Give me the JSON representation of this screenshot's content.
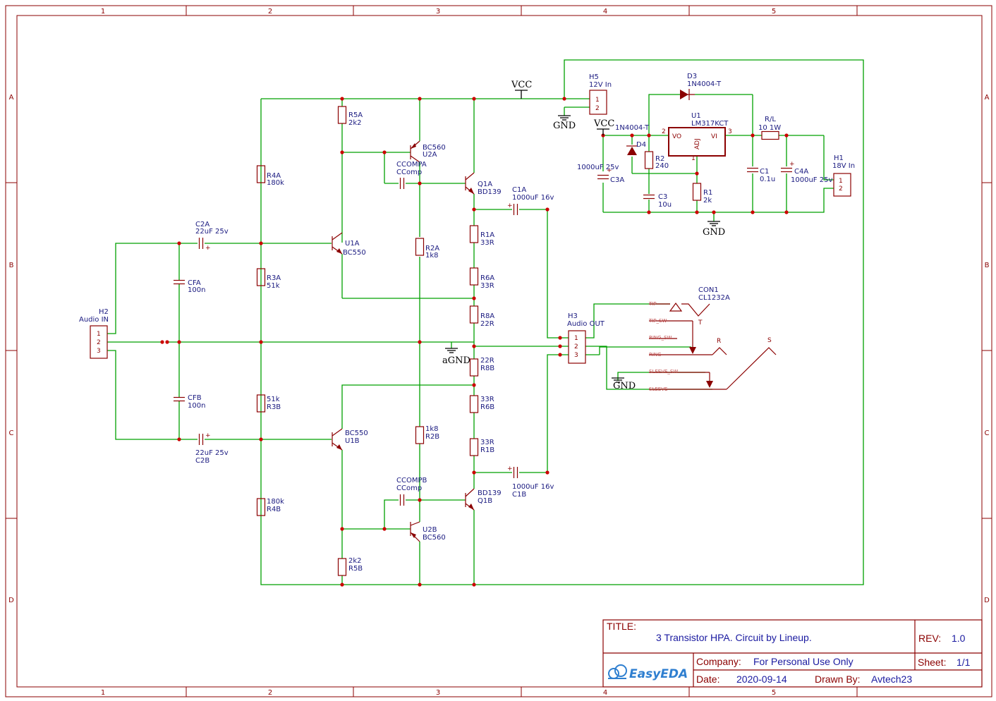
{
  "grid": {
    "cols": [
      "1",
      "2",
      "3",
      "4",
      "5"
    ],
    "rows": [
      "A",
      "B",
      "C",
      "D"
    ]
  },
  "nets": {
    "vcc_main": "VCC",
    "vcc_reg": "VCC",
    "gnd_h5": "GND",
    "gnd_reg": "GND",
    "gnd_jack": "GND",
    "agnd": "aGND"
  },
  "components": {
    "r5a": {
      "ref": "R5A",
      "val": "2k2"
    },
    "u2a": {
      "ref": "U2A",
      "val": "BC560"
    },
    "ccompa": {
      "ref": "CCOMPA",
      "val": "CComp"
    },
    "q1a": {
      "ref": "Q1A",
      "val": "BD139"
    },
    "c1a": {
      "ref": "C1A",
      "val": "1000uF 16v"
    },
    "r4a": {
      "ref": "R4A",
      "val": "180k"
    },
    "c2a": {
      "ref": "C2A",
      "val": "22uF 25v"
    },
    "u1a": {
      "ref": "U1A",
      "val": "BC550"
    },
    "r2a": {
      "ref": "R2A",
      "val": "1k8"
    },
    "r1a": {
      "ref": "R1A",
      "val": "33R"
    },
    "cfa": {
      "ref": "CFA",
      "val": "100n"
    },
    "r3a": {
      "ref": "R3A",
      "val": "51k"
    },
    "r6a": {
      "ref": "R6A",
      "val": "33R"
    },
    "h2": {
      "ref": "H2",
      "val": "Audio IN"
    },
    "r8a": {
      "ref": "R8A",
      "val": "22R"
    },
    "r8b": {
      "ref": "R8B",
      "val": "22R"
    },
    "cfb": {
      "ref": "CFB",
      "val": "100n"
    },
    "r3b": {
      "ref": "R3B",
      "val": "51k"
    },
    "r6b": {
      "ref": "R6B",
      "val": "33R"
    },
    "u1b": {
      "ref": "U1B",
      "val": "BC550"
    },
    "r2b": {
      "ref": "R2B",
      "val": "1k8"
    },
    "c2b": {
      "ref": "C2B",
      "val": "22uF 25v"
    },
    "r1b": {
      "ref": "R1B",
      "val": "33R"
    },
    "c1b": {
      "ref": "C1B",
      "val": "1000uF 16v"
    },
    "ccompb": {
      "ref": "CCOMPB",
      "val": "CComp"
    },
    "q1b": {
      "ref": "Q1B",
      "val": "BD139"
    },
    "r4b": {
      "ref": "R4B",
      "val": "180k"
    },
    "u2b": {
      "ref": "U2B",
      "val": "BC560"
    },
    "r5b": {
      "ref": "R5B",
      "val": "2k2"
    },
    "h3": {
      "ref": "H3",
      "val": "Audio OUT"
    },
    "h5": {
      "ref": "H5",
      "val": "12V In"
    },
    "d3": {
      "ref": "D3",
      "val": "1N4004-T"
    },
    "d4": {
      "ref": "D4",
      "val": "1N4004-T"
    },
    "u1": {
      "ref": "U1",
      "val": "LM317KCT"
    },
    "rl": {
      "ref": "R/L",
      "val": "10 1W"
    },
    "c3a": {
      "ref": "C3A",
      "val": "1000uF 25v"
    },
    "r2": {
      "ref": "R2",
      "val": "240"
    },
    "c1": {
      "ref": "C1",
      "val": "0.1u"
    },
    "c4a": {
      "ref": "C4A",
      "val": "1000uF 25v"
    },
    "h1": {
      "ref": "H1",
      "val": "18V In"
    },
    "c3": {
      "ref": "C3",
      "val": "10u"
    },
    "r1": {
      "ref": "R1",
      "val": "2k"
    },
    "con1": {
      "ref": "CON1",
      "val": "CL1232A"
    }
  },
  "u1_pins": {
    "vo": "VO",
    "vi": "VI",
    "adj": "ADJ",
    "p1": "1",
    "p2": "2",
    "p3": "3"
  },
  "pins": {
    "p1": "1",
    "p2": "2",
    "p3": "3"
  },
  "jack": {
    "tip": "TIP",
    "tip_sw": "TIP_SW",
    "ring_sw": "RING_SW",
    "ring": "RING",
    "sleeve_sw": "SLEEVE_SW",
    "sleeve": "SLEEVE",
    "t": "T",
    "r": "R",
    "s": "S"
  },
  "title_block": {
    "title_label": "TITLE:",
    "title": "3 Transistor HPA. Circuit by Lineup.",
    "rev_label": "REV:",
    "rev": "1.0",
    "company_label": "Company:",
    "company": "For Personal Use Only",
    "sheet_label": "Sheet:",
    "sheet": "1/1",
    "date_label": "Date:",
    "date": "2020-09-14",
    "drawn_label": "Drawn By:",
    "drawn": "Avtech23",
    "logo": "EasyEDA"
  },
  "colors": {
    "wire": "#00a000",
    "component": "#8b0000",
    "label": "#1a1a80",
    "junction": "#cc0000"
  }
}
